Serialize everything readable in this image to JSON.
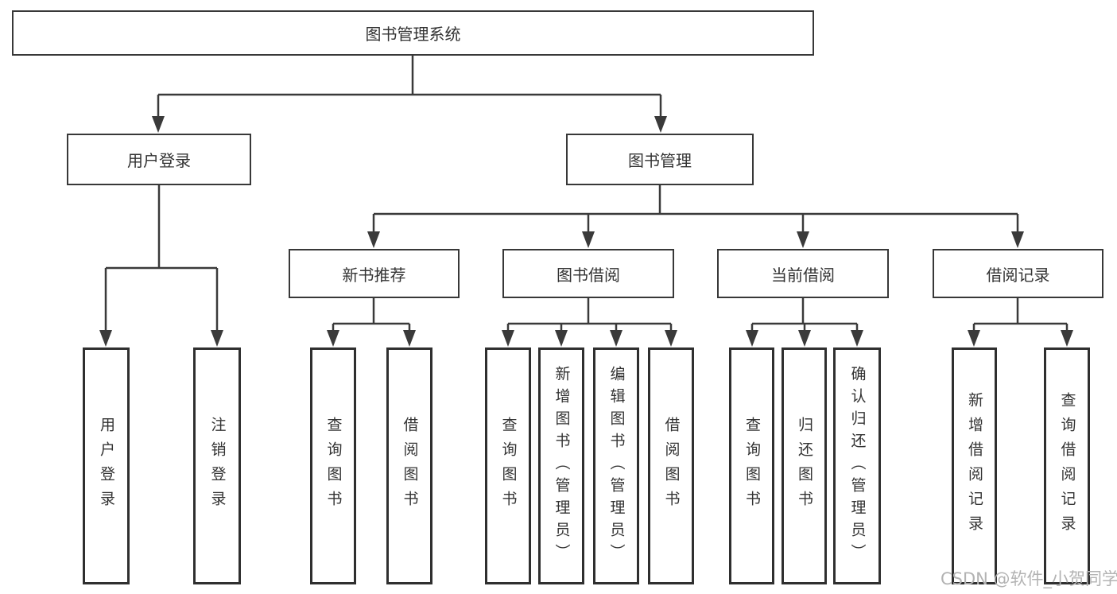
{
  "tree": {
    "root": {
      "label": "图书管理系统",
      "children": [
        {
          "label": "用户登录",
          "children": [
            {
              "label": "用户登录"
            },
            {
              "label": "注销登录"
            }
          ]
        },
        {
          "label": "图书管理",
          "children": [
            {
              "label": "新书推荐",
              "children": [
                {
                  "label": "查询图书"
                },
                {
                  "label": "借阅图书"
                }
              ]
            },
            {
              "label": "图书借阅",
              "children": [
                {
                  "label": "查询图书"
                },
                {
                  "label": "新增图书（管理员）"
                },
                {
                  "label": "编辑图书（管理员）"
                },
                {
                  "label": "借阅图书"
                }
              ]
            },
            {
              "label": "当前借阅",
              "children": [
                {
                  "label": "查询图书"
                },
                {
                  "label": "归还图书"
                },
                {
                  "label": "确认归还（管理员）"
                }
              ]
            },
            {
              "label": "借阅记录",
              "children": [
                {
                  "label": "新增借阅记录"
                },
                {
                  "label": "查询借阅记录"
                }
              ]
            }
          ]
        }
      ]
    }
  },
  "watermark": {
    "text": "CSDN @软件_小贺同学"
  },
  "colors": {
    "line": "#3a3a3a",
    "text": "#333333",
    "watermark": "#b3b3b3",
    "background": "#ffffff"
  }
}
